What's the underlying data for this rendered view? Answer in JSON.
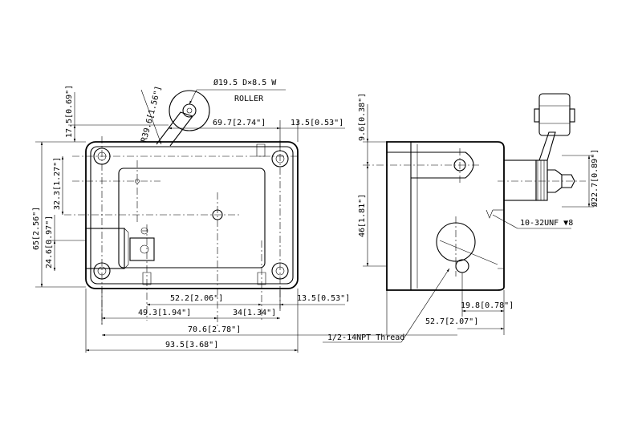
{
  "drawing": {
    "annotations": {
      "roller": "Ø19.5 D×8.5 W",
      "roller_label": "ROLLER",
      "thread_npt": "1/2-14NPT Thread",
      "thread_unf": "10-32UNF ▼8"
    },
    "dimensions": {
      "arm_radius": "R39.6[1.56\"]",
      "arm_to_right": "69.7[2.74\"]",
      "top_right_offset": "13.5[0.53\"]",
      "top_offset": "17.5[0.69\"]",
      "hole_vertical": "32.3[1.27\"]",
      "overall_height": "65[2.56\"]",
      "lower_offset": "24.6[0.97\"]",
      "bottom_hole_spacing": "52.2[2.06\"]",
      "bottom_right_offset": "13.5[0.53\"]",
      "center_left": "49.3[1.94\"]",
      "center_right": "34[1.34\"]",
      "conduit_center": "70.6[2.78\"]",
      "overall_width": "93.5[3.68\"]",
      "side_top": "9.6[0.38\"]",
      "side_height": "46[1.81\"]",
      "shaft_dia": "Ø22.7[0.89\"]",
      "side_depth": "19.8[0.78\"]",
      "side_overall": "52.7[2.07\"]"
    }
  }
}
